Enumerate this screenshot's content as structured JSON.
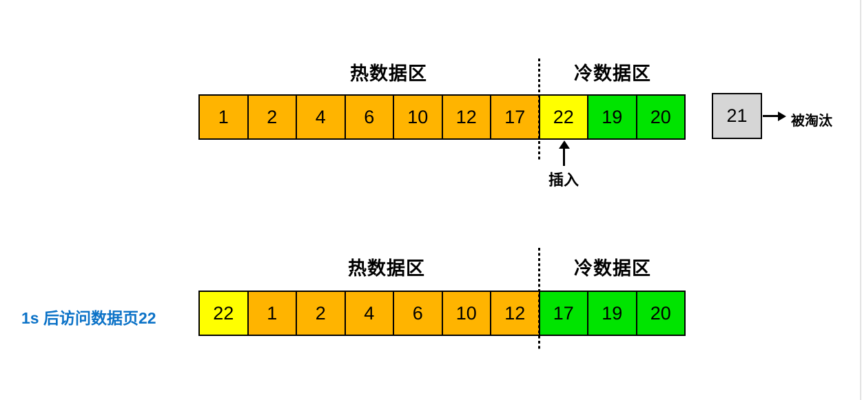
{
  "colors": {
    "hot": "#FFB400",
    "inserted": "#FFFF00",
    "cold": "#00E400",
    "evicted": "#D6D6D6",
    "caption_blue": "#0B72C7"
  },
  "diagram_before": {
    "hot_region_label": "热数据区",
    "cold_region_label": "冷数据区",
    "cells": [
      {
        "value": "1",
        "type": "hot"
      },
      {
        "value": "2",
        "type": "hot"
      },
      {
        "value": "4",
        "type": "hot"
      },
      {
        "value": "6",
        "type": "hot"
      },
      {
        "value": "10",
        "type": "hot"
      },
      {
        "value": "12",
        "type": "hot"
      },
      {
        "value": "17",
        "type": "hot"
      },
      {
        "value": "22",
        "type": "inserted"
      },
      {
        "value": "19",
        "type": "cold"
      },
      {
        "value": "20",
        "type": "cold"
      }
    ],
    "insert_label": "插入",
    "evicted_cell_value": "21",
    "evicted_label": "被淘汰"
  },
  "diagram_after": {
    "caption": "1s 后访问数据页22",
    "hot_region_label": "热数据区",
    "cold_region_label": "冷数据区",
    "cells": [
      {
        "value": "22",
        "type": "inserted"
      },
      {
        "value": "1",
        "type": "hot"
      },
      {
        "value": "2",
        "type": "hot"
      },
      {
        "value": "4",
        "type": "hot"
      },
      {
        "value": "6",
        "type": "hot"
      },
      {
        "value": "10",
        "type": "hot"
      },
      {
        "value": "12",
        "type": "hot"
      },
      {
        "value": "17",
        "type": "cold"
      },
      {
        "value": "19",
        "type": "cold"
      },
      {
        "value": "20",
        "type": "cold"
      }
    ]
  }
}
